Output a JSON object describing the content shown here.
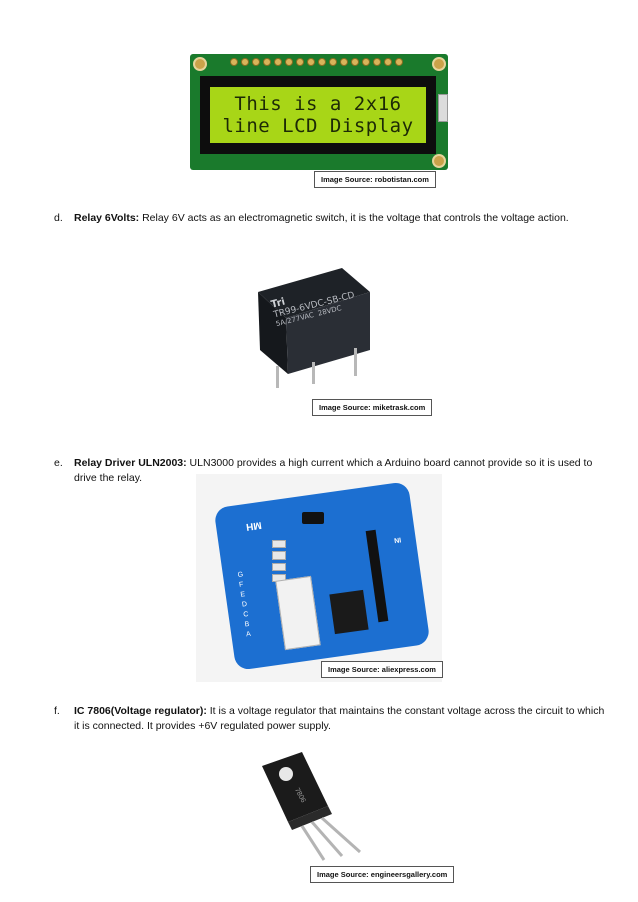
{
  "images": {
    "lcd": {
      "caption": "Image Source: robotistan.com",
      "line1": "This is a 2x16",
      "line2": "line LCD Display"
    },
    "relay": {
      "caption": "Image Source: miketrask.com",
      "brand": "Tri",
      "model": "TR99-6VDC-SB-CD",
      "rating1": "5A/277VAC",
      "rating2": "28VDC"
    },
    "uln": {
      "caption": "Image Source: aliexpress.com",
      "board_label": "MH",
      "in_label": "IN",
      "pin_labels": [
        "A",
        "B",
        "C",
        "D",
        "E",
        "F",
        "G"
      ]
    },
    "ic": {
      "caption": "Image Source: engineersgallery.com",
      "marking": "7806"
    }
  },
  "items": [
    {
      "letter": "d.",
      "title": "Relay 6Volts:",
      "body": " Relay 6V acts as an electromagnetic switch, it is the voltage that controls the voltage action."
    },
    {
      "letter": "e.",
      "title": "Relay Driver ULN2003:",
      "body": " ULN3000 provides a high current which a Arduino board cannot provide so it is used to",
      "body2": "drive the relay."
    },
    {
      "letter": "f.",
      "title": "IC 7806(Voltage regulator):",
      "body": " It is a voltage regulator that maintains the constant voltage across the circuit to which",
      "body2": "it is connected. It provides +6V regulated power supply."
    }
  ]
}
